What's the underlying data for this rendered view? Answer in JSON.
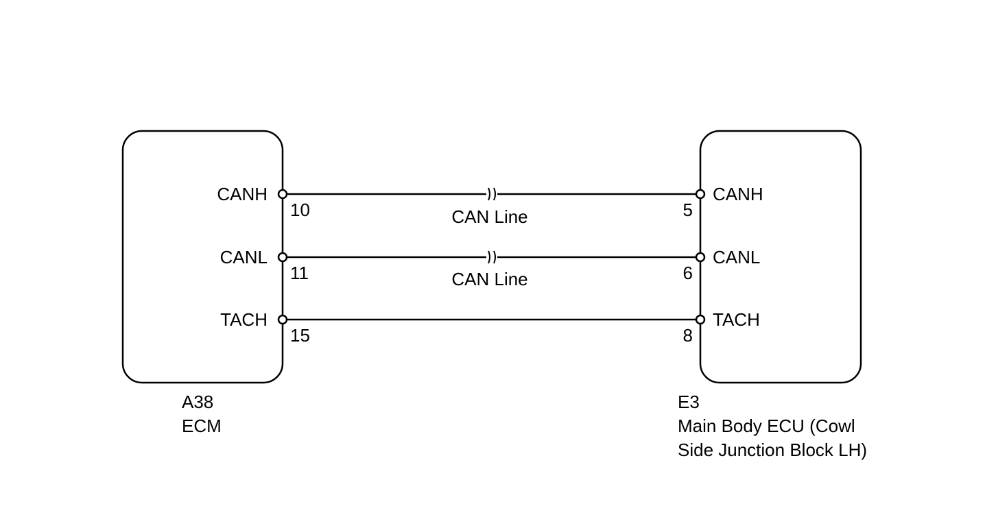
{
  "left_component": {
    "code": "A38",
    "name": "ECM",
    "pins": [
      {
        "signal": "CANH",
        "number": "10"
      },
      {
        "signal": "CANL",
        "number": "11"
      },
      {
        "signal": "TACH",
        "number": "15"
      }
    ]
  },
  "right_component": {
    "code": "E3",
    "name_line1": "Main Body ECU (Cowl",
    "name_line2": "Side Junction Block LH)",
    "pins": [
      {
        "signal": "CANH",
        "number": "5"
      },
      {
        "signal": "CANL",
        "number": "6"
      },
      {
        "signal": "TACH",
        "number": "8"
      }
    ]
  },
  "wires": [
    {
      "label": "CAN Line",
      "break_symbol": true
    },
    {
      "label": "CAN Line",
      "break_symbol": true
    },
    {
      "label": "",
      "break_symbol": false
    }
  ]
}
